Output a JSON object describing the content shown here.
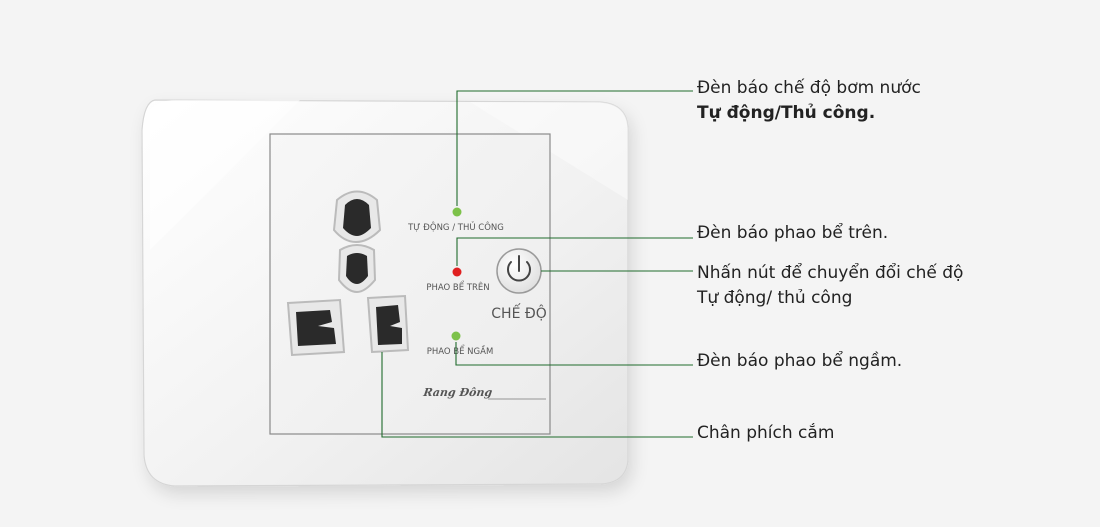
{
  "panel": {
    "indicators": {
      "mode": {
        "label": "TỰ ĐỘNG / THỦ CÔNG",
        "color": "#7dc24a"
      },
      "upper_float": {
        "label": "PHAO BỂ TRÊN",
        "color": "#e02020"
      },
      "under_float": {
        "label": "PHAO BỂ NGẦM",
        "color": "#7dc24a"
      }
    },
    "mode_button_label": "CHẾ ĐỘ",
    "brand_logo": "Rang Dong",
    "power-icon": "power-icon"
  },
  "callouts": {
    "mode_light": {
      "line1": "Đèn báo chế độ bơm nước",
      "line2": "Tự động/Thủ công."
    },
    "upper_float_light": {
      "line1": "Đèn báo phao bể trên."
    },
    "mode_button": {
      "line1": "Nhấn nút để chuyển đổi chế độ",
      "line2": "Tự động/ thủ công"
    },
    "under_float_light": {
      "line1": "Đèn báo phao bể ngầm."
    },
    "plug_pins": {
      "line1": "Chân phích cắm"
    }
  },
  "colors": {
    "leader_line": "#1f6b2c",
    "background": "#f4f4f4"
  }
}
